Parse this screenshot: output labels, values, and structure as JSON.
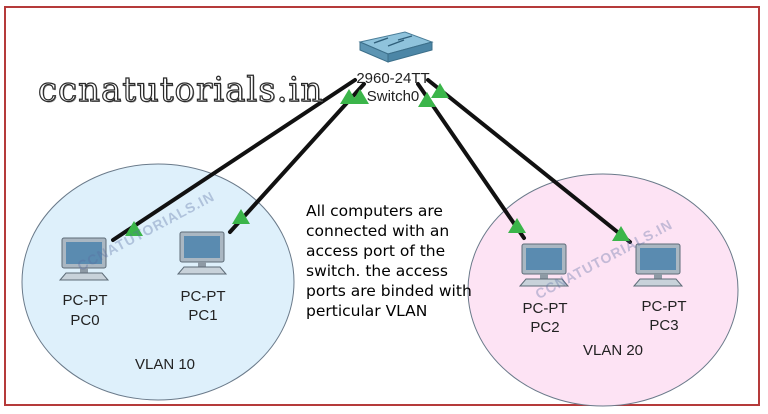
{
  "brand": "ccnatutorials.in",
  "watermark": "CCNATUTORIALS.IN",
  "switch": {
    "model": "2960-24TT",
    "name": "Switch0"
  },
  "pcs": [
    {
      "type": "PC-PT",
      "name": "PC0"
    },
    {
      "type": "PC-PT",
      "name": "PC1"
    },
    {
      "type": "PC-PT",
      "name": "PC2"
    },
    {
      "type": "PC-PT",
      "name": "PC3"
    }
  ],
  "vlans": [
    {
      "label": "VLAN 10",
      "color": "#def0fb"
    },
    {
      "label": "VLAN 20",
      "color": "#fde3f4"
    }
  ],
  "note": "All computers are connected with an access port of the switch. the access ports are binded with perticular VLAN",
  "colors": {
    "border": "#b53a3a",
    "link": "#111111",
    "port": "#3bb54a"
  }
}
